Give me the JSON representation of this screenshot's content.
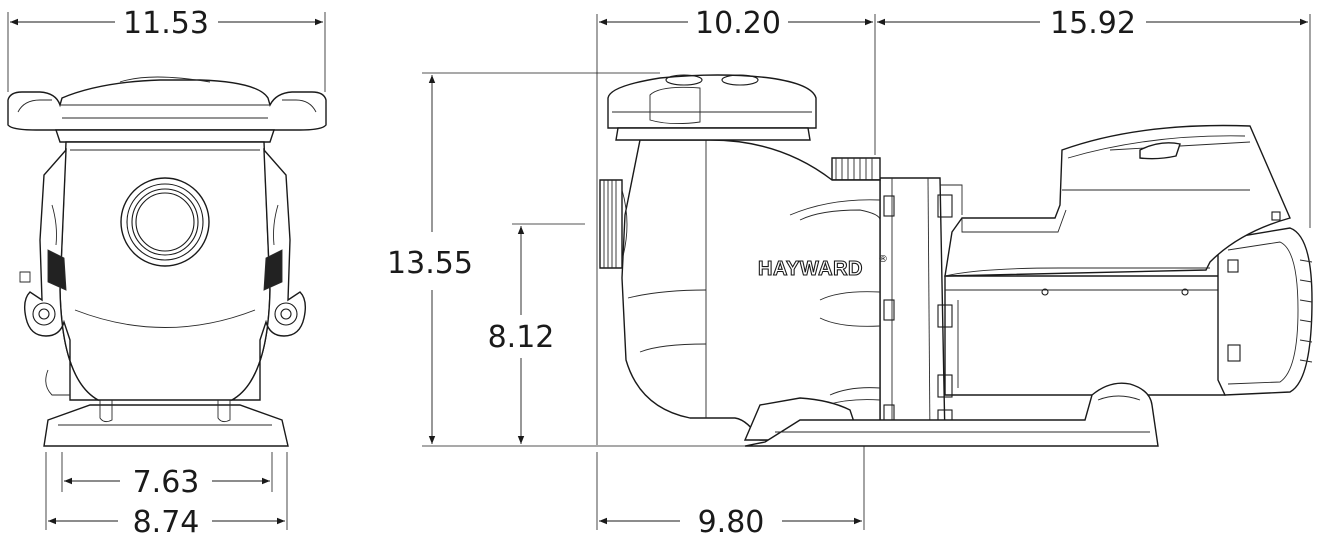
{
  "dimensions": {
    "top_width": "11.53",
    "inlet_to_body": "10.20",
    "motor_length": "15.92",
    "overall_height": "13.55",
    "inlet_height": "8.12",
    "base_inner_width": "7.63",
    "base_outer_width": "8.74",
    "base_length": "9.80"
  },
  "brand": {
    "name": "HAYWARD",
    "mark": "®"
  }
}
